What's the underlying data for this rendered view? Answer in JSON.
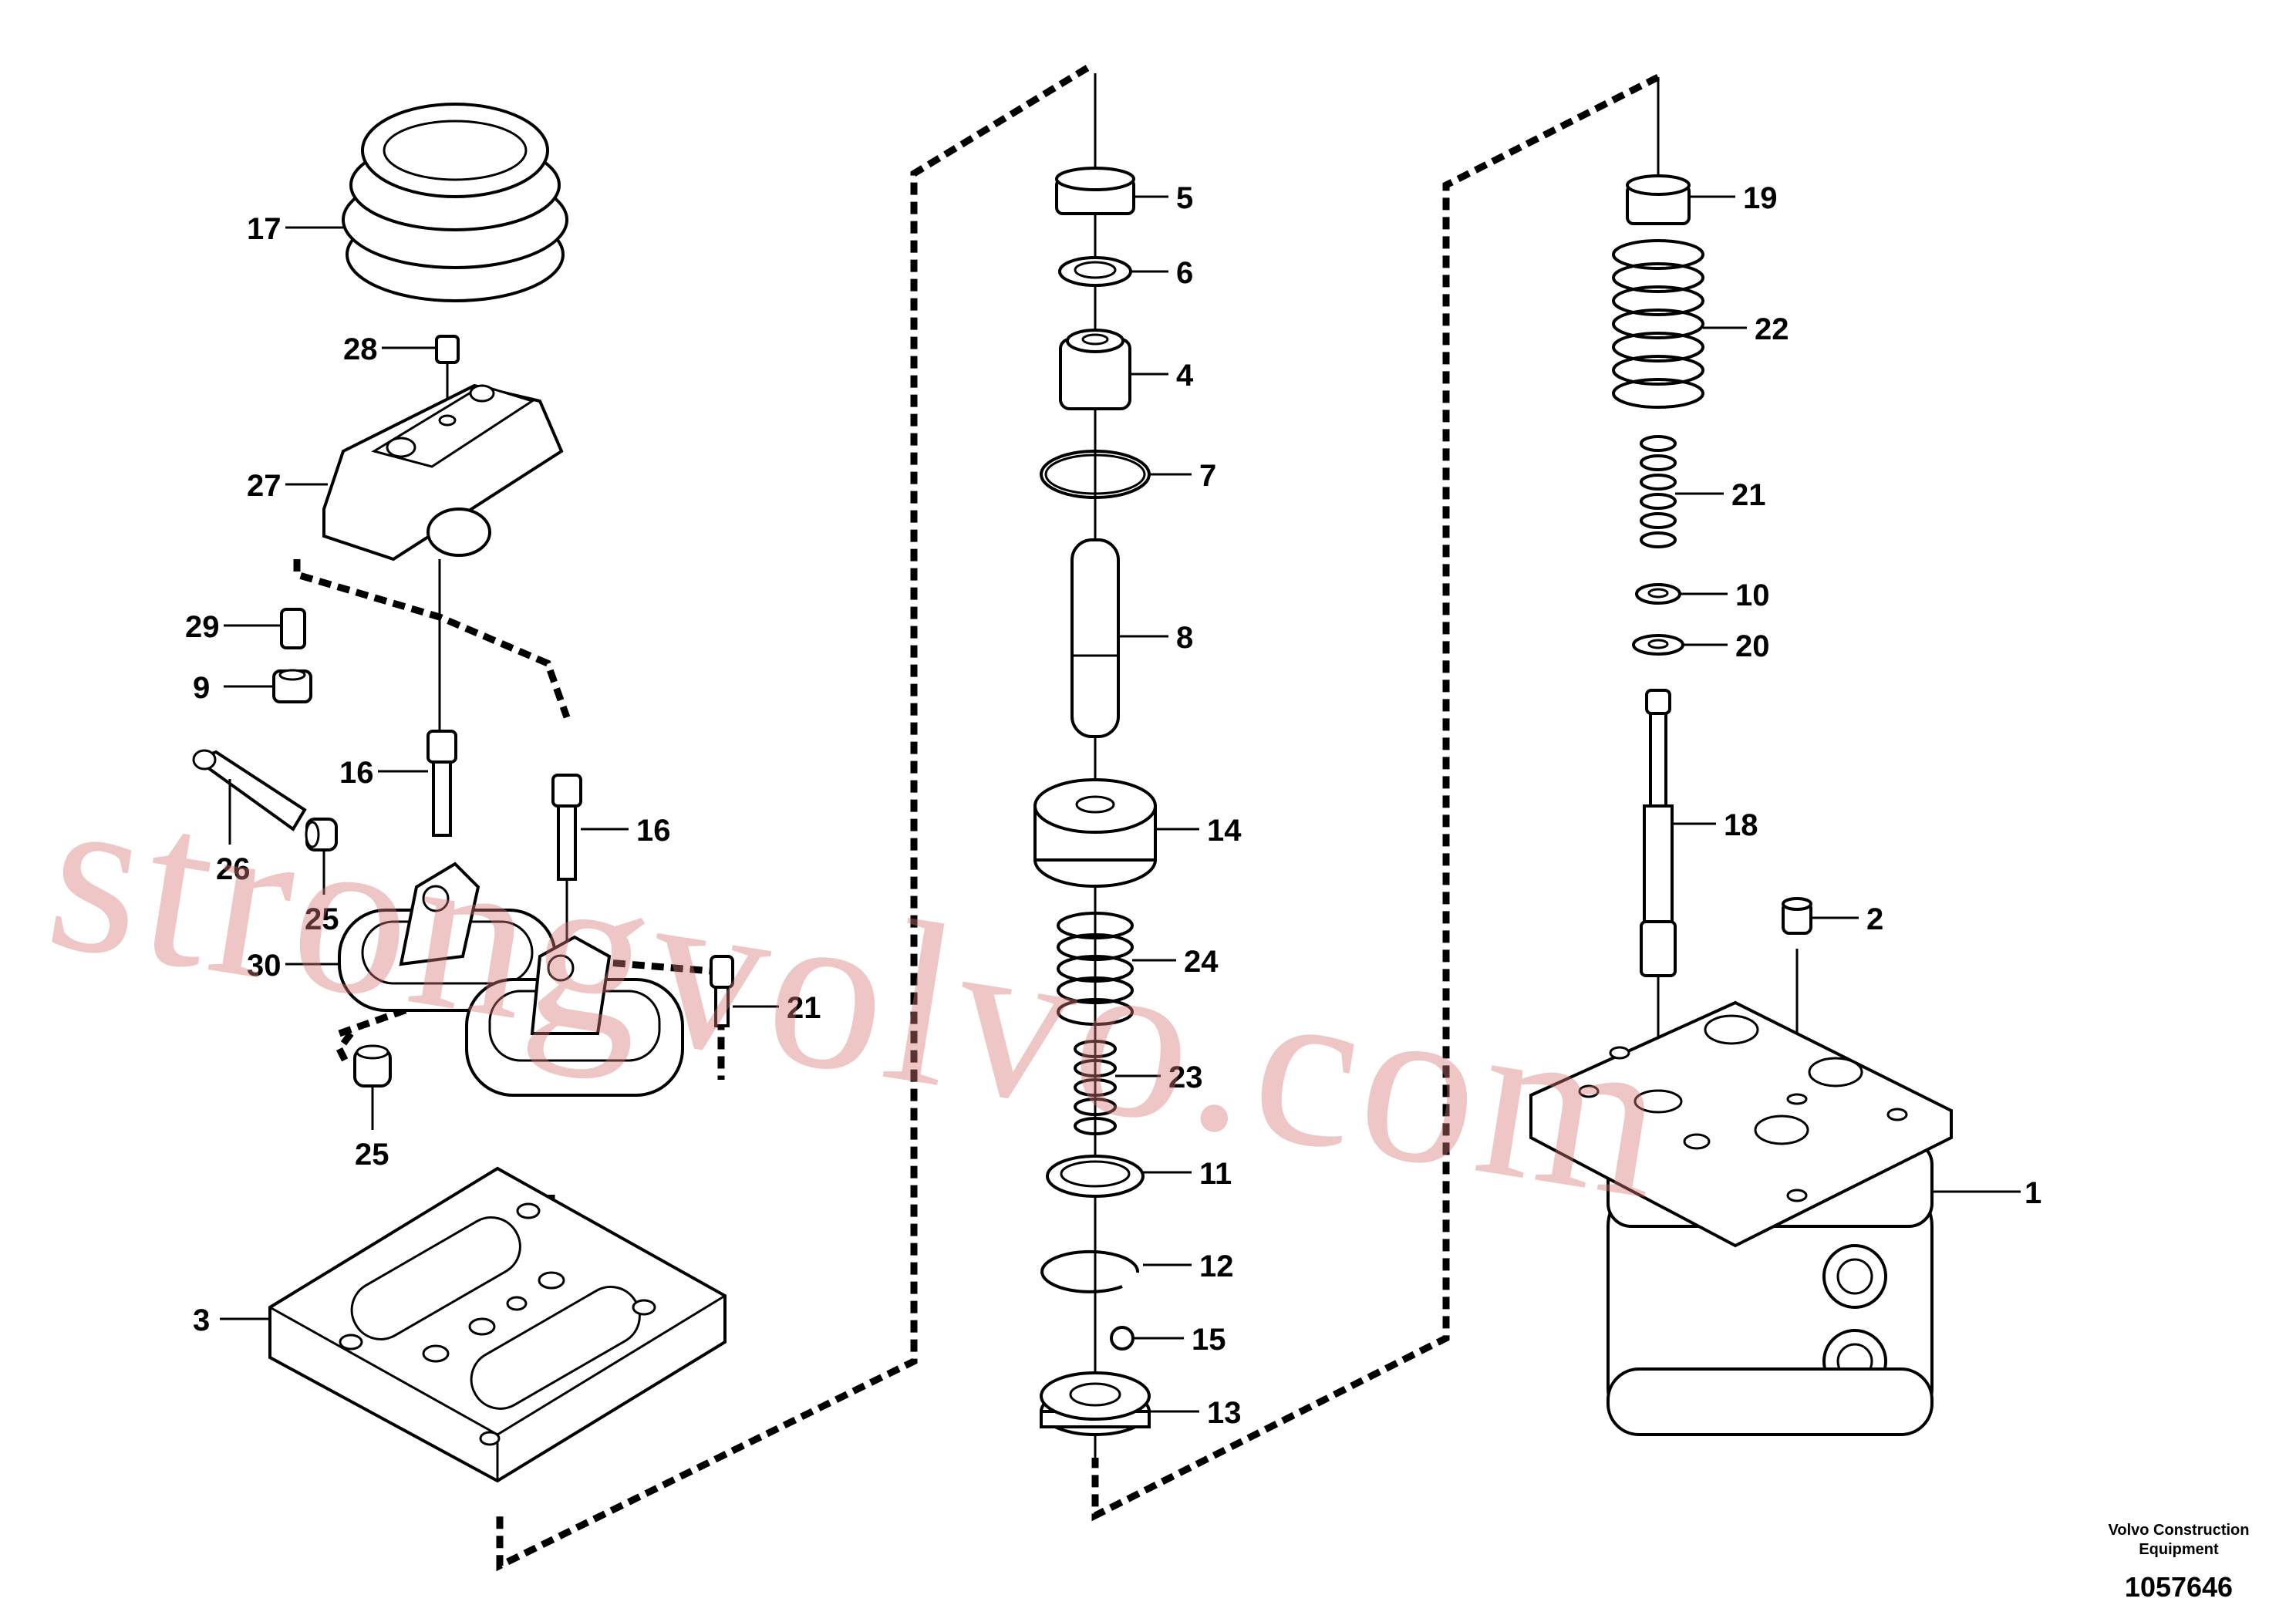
{
  "callouts": {
    "c1": "1",
    "c2": "2",
    "c3": "3",
    "c4": "4",
    "c5": "5",
    "c6": "6",
    "c7": "7",
    "c8": "8",
    "c9": "9",
    "c10": "10",
    "c11": "11",
    "c12": "12",
    "c13": "13",
    "c14": "14",
    "c15": "15",
    "c16a": "16",
    "c16b": "16",
    "c17": "17",
    "c18": "18",
    "c19": "19",
    "c20": "20",
    "c21a": "21",
    "c21b": "21",
    "c22": "22",
    "c23": "23",
    "c24": "24",
    "c25a": "25",
    "c25b": "25",
    "c26": "26",
    "c27": "27",
    "c28": "28",
    "c29": "29",
    "c30": "30"
  },
  "footer": {
    "brand_line1": "Volvo Construction",
    "brand_line2": "Equipment",
    "drawing_number": "1057646"
  },
  "watermark": "strongvolvo.com"
}
